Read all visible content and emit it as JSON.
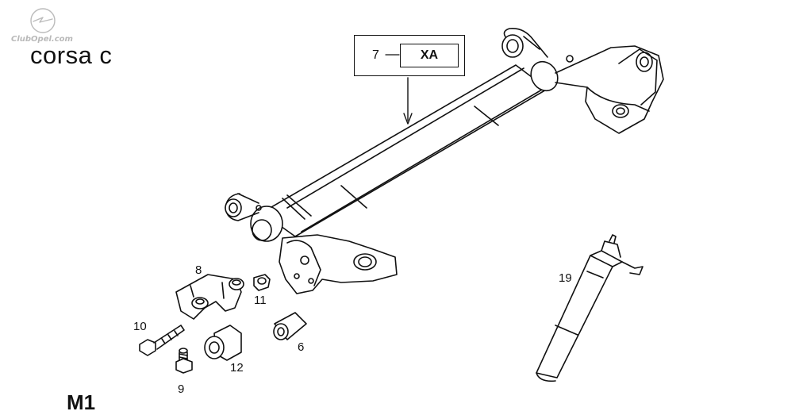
{
  "diagram": {
    "title": "corsa c",
    "watermark": "ClubOpel.com",
    "reference": {
      "number": "7",
      "code": "XA"
    },
    "callouts": {
      "c6": "6",
      "c8": "8",
      "c9": "9",
      "c10": "10",
      "c11": "11",
      "c12": "12",
      "c19": "19"
    },
    "bottom_text": "M1"
  }
}
